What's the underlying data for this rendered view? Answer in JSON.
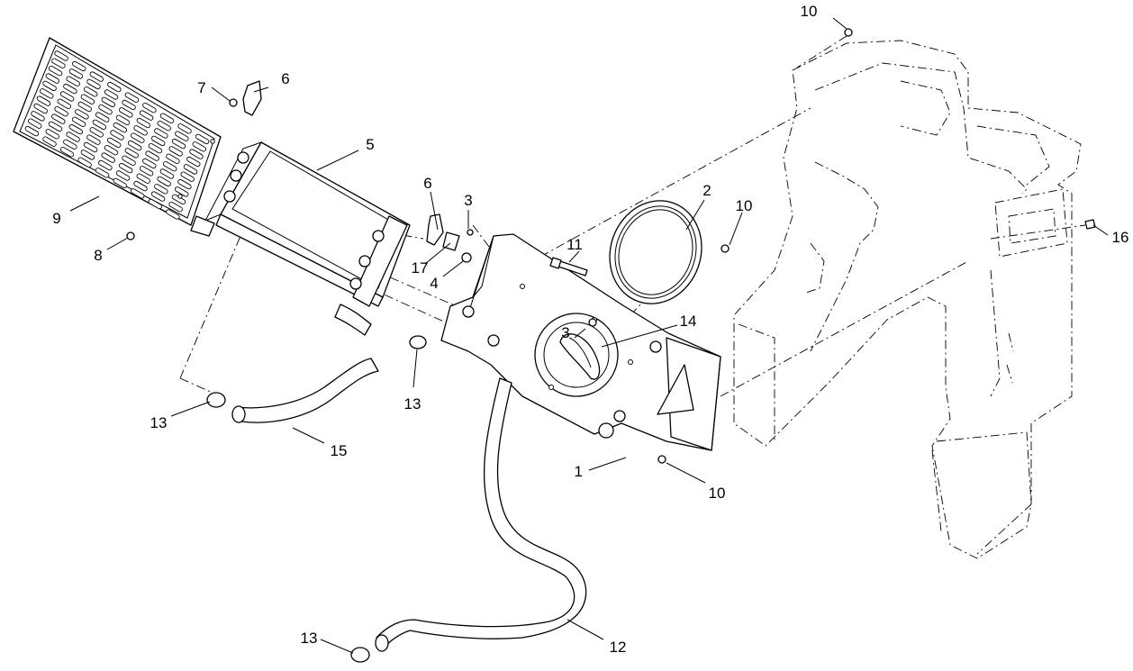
{
  "callouts": {
    "c1": "1",
    "c2": "2",
    "c3a": "3",
    "c3b": "3",
    "c4": "4",
    "c5": "5",
    "c6a": "6",
    "c6b": "6",
    "c7": "7",
    "c8": "8",
    "c9": "9",
    "c10a": "10",
    "c10b": "10",
    "c10c": "10",
    "c11": "11",
    "c12": "12",
    "c13a": "13",
    "c13b": "13",
    "c13c": "13",
    "c14": "14",
    "c15": "15",
    "c16": "16",
    "c17": "17"
  }
}
